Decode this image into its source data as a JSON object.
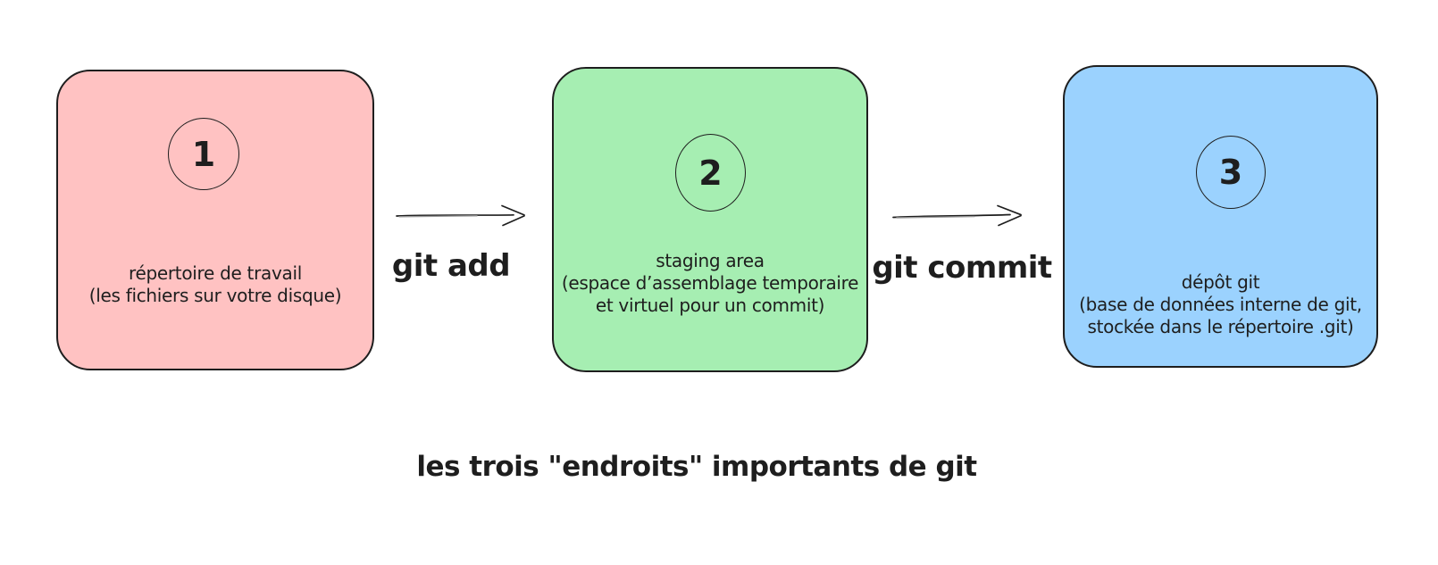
{
  "canvas": {
    "background": "#ffffff",
    "stroke_color": "#1e1e1e",
    "sketch_gray": "#9a9a9a"
  },
  "caption": "les trois \"endroits\" importants de git",
  "boxes": [
    {
      "number": "1",
      "fill": "#ffc2c2",
      "lines": [
        "répertoire de travail",
        "(les fichiers sur votre disque)"
      ]
    },
    {
      "number": "2",
      "fill": "#a6eeb2",
      "lines": [
        "staging area",
        "(espace d’assemblage temporaire",
        "et virtuel pour un commit)"
      ]
    },
    {
      "number": "3",
      "fill": "#9bd2fe",
      "lines": [
        "dépôt git",
        "(base de données interne de git,",
        "stockée dans le répertoire .git)"
      ]
    }
  ],
  "arrows": [
    {
      "label": "git add"
    },
    {
      "label": "git commit"
    }
  ]
}
